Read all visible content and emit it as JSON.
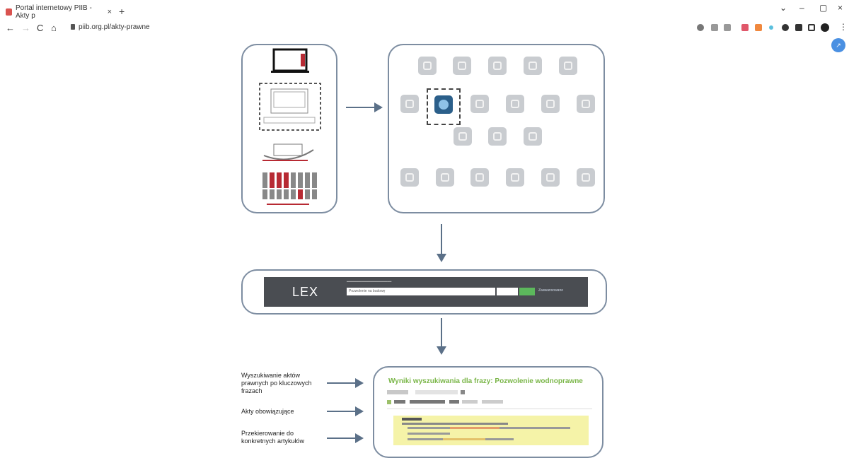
{
  "browser": {
    "tab_title": "Portal internetowy PIIB - Akty p",
    "tab_close": "×",
    "new_tab": "+",
    "url": "piib.org.pl/akty-prawne",
    "nav": {
      "back": "←",
      "forward": "→",
      "reload": "C",
      "home": "⌂"
    },
    "window": {
      "minimize": "–",
      "maximize": "▢",
      "close": "×",
      "chevron": "⌄"
    }
  },
  "diagram": {
    "left_panel": {
      "label_1": "",
      "label_2": ""
    },
    "lex": {
      "logo": "LEX",
      "input_text": "Pozwolenie na budowę",
      "advanced_label": "Zaawansowane"
    },
    "results": {
      "title": "Wyniki wyszukiwania dla frazy: Pozwolenie wodnoprawne"
    },
    "side_labels": [
      "Wyszukiwanie aktów prawnych po kluczowych frazach",
      "Akty obowiązujące",
      "Przekierowanie do konkretnych artykułów"
    ]
  },
  "colors": {
    "arrow": "#5b7088",
    "box_border": "#7d8da1",
    "lex_bg": "#4a4d52",
    "results_green": "#7ab648",
    "highlight": "#f5f3a8"
  }
}
